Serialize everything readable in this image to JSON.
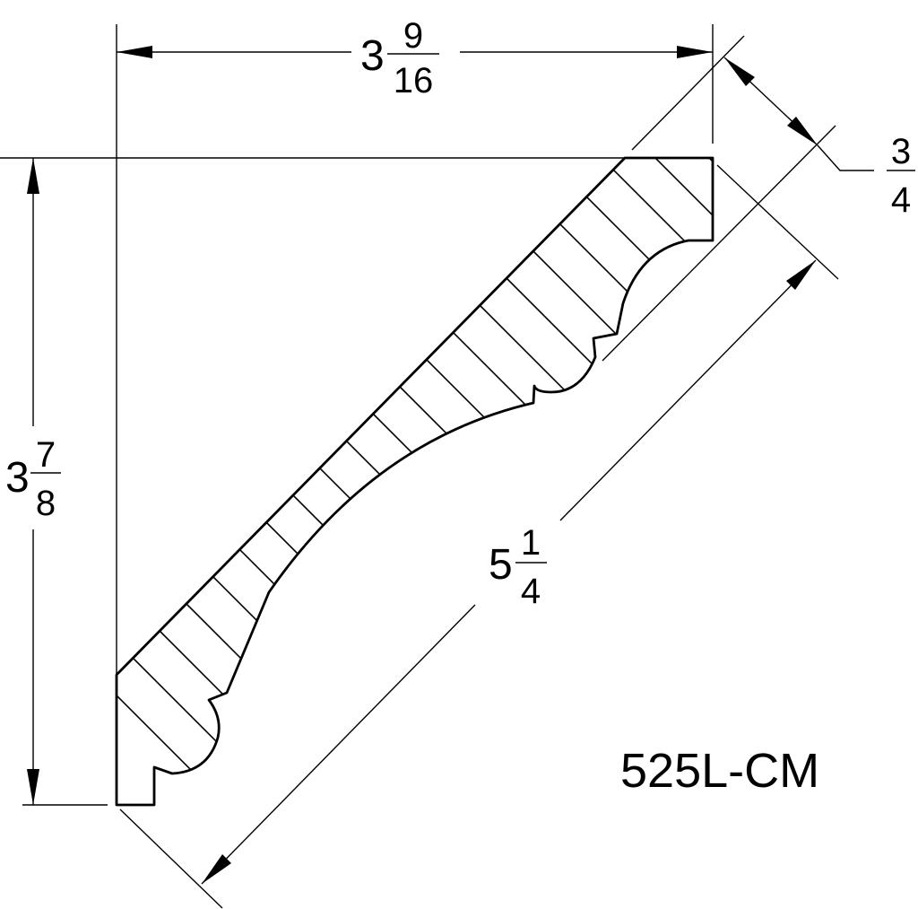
{
  "part_number": "525L-CM",
  "dimensions": {
    "width": {
      "whole": "3",
      "numerator": "9",
      "denominator": "16"
    },
    "height": {
      "whole": "3",
      "numerator": "7",
      "denominator": "8"
    },
    "face_width": {
      "whole": "5",
      "numerator": "1",
      "denominator": "4"
    },
    "thickness": {
      "whole": "",
      "numerator": "3",
      "denominator": "4"
    }
  }
}
